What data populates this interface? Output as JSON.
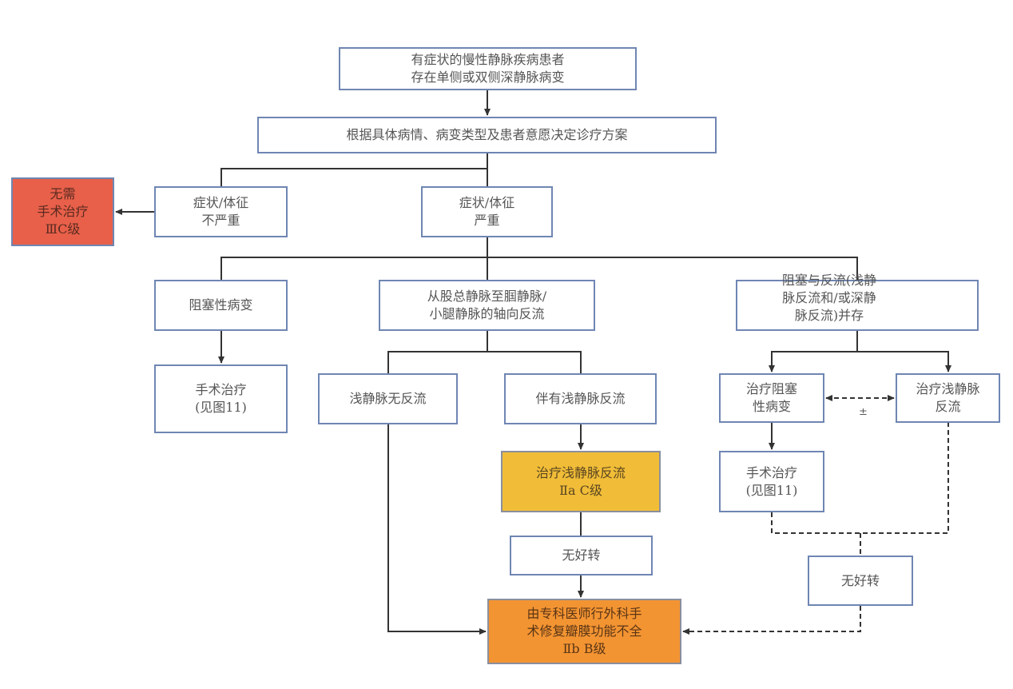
{
  "diagram": {
    "type": "flowchart",
    "colors": {
      "border": "#6f86b3",
      "red": "#e8604a",
      "yellow": "#f1bd38",
      "orange": "#f39432",
      "line": "#333333"
    },
    "nodes": {
      "start": "有症状的慢性静脉疾病患者\n存在单侧或双侧深静脉病变",
      "decide": "根据具体病情、病变类型及患者意愿决定诊疗方案",
      "mild": "症状/体征\n不严重",
      "no_surgery": "无需\n手术治疗\nⅢC级",
      "severe": "症状/体征\n严重",
      "obstructive": "阻塞性病变",
      "axial_reflux": "从股总静脉至腘静脉/\n小腿静脉的轴向反流",
      "combined": "阻塞与反流(浅静\n脉反流和/或深静\n脉反流)并存",
      "surgery_left": "手术治疗\n(见图11)",
      "no_superficial_reflux": "浅静脉无反流",
      "with_superficial_reflux": "伴有浅静脉反流",
      "treat_obstruction": "治疗阻塞\n性病变",
      "treat_superficial_right": "治疗浅静脉\n反流",
      "treat_superficial_mid": "治疗浅静脉反流\nⅡa C级",
      "surgery_right": "手术治疗\n(见图11)",
      "no_improve_mid": "无好转",
      "no_improve_right": "无好转",
      "final": "由专科医师行外科手\n术修复瓣膜功能不全\nⅡb B级"
    },
    "plus_minus": "±"
  }
}
